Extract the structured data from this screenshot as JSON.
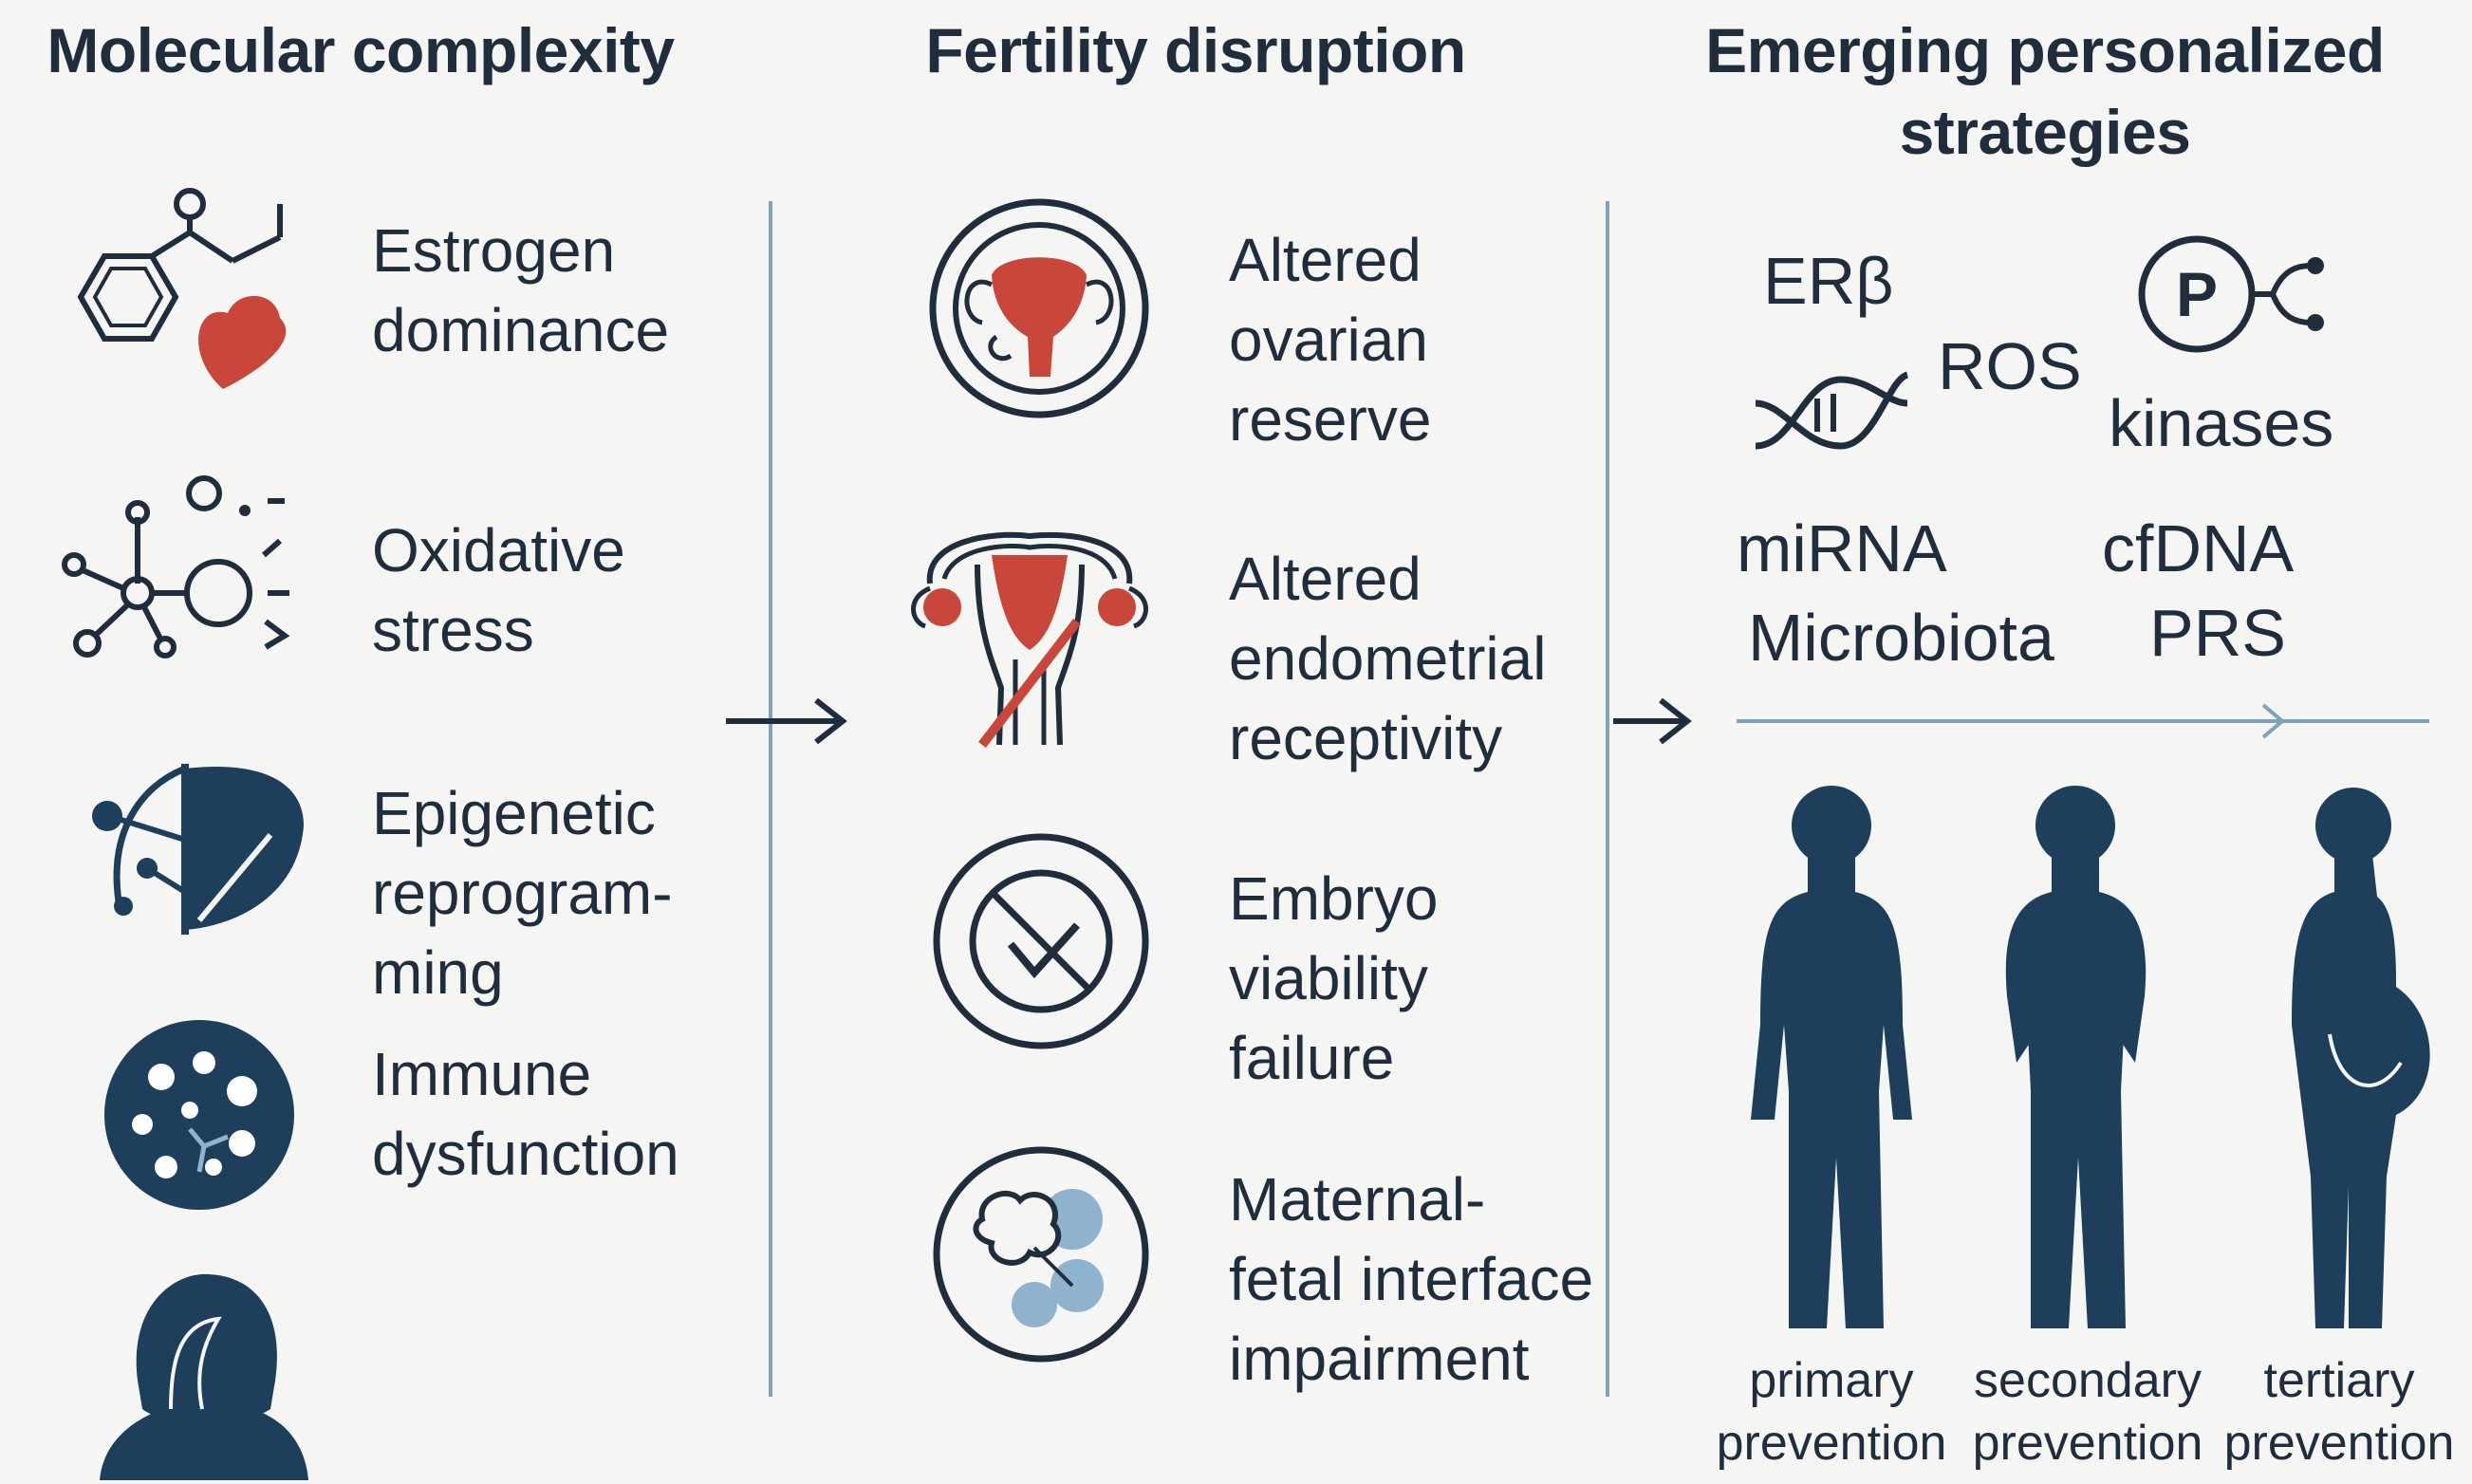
{
  "colors": {
    "navy": "#1d3f5c",
    "dark": "#1f2d3d",
    "red": "#c8473a",
    "light_blue": "#8fb2cf",
    "divider": "#7fa3bb"
  },
  "columns": {
    "molecular": {
      "title": "Molecular complexity",
      "items": [
        {
          "icon": "molecule-heart-icon",
          "line1": "Estrogen",
          "line2": "dominance"
        },
        {
          "icon": "free-radical-icon",
          "line1": "Oxidative",
          "line2": "stress"
        },
        {
          "icon": "leaf-network-icon",
          "line1": "Epigenetic",
          "line2": "reprogram-",
          "line3": "ming"
        },
        {
          "icon": "immune-cell-icon",
          "line1": "Immune",
          "line2": "dysfunction"
        },
        {
          "icon": "woman-bust-icon"
        }
      ]
    },
    "fertility": {
      "title": "Fertility disruption",
      "items": [
        {
          "icon": "ovary-circle-icon",
          "line1": "Altered",
          "line2": "ovarian",
          "line3": "reserve"
        },
        {
          "icon": "uterus-icon",
          "line1": "Altered",
          "line2": "endometrial",
          "line3": "receptivity"
        },
        {
          "icon": "embryo-no-icon",
          "line1": "Embryo",
          "line2": "viability",
          "line3": "failure"
        },
        {
          "icon": "placenta-circle-icon",
          "line1": "Maternal-",
          "line2": "fetal interface",
          "line3": "impairment"
        }
      ]
    },
    "strategies": {
      "title_line1": "Emerging personalized",
      "title_line2": "strategies",
      "biomarkers": {
        "erb": "ERβ",
        "ros": "ROS",
        "kinases": "kinases",
        "mirna": "miRNA",
        "cfdna": "cfDNA",
        "microbiota": "Microbiota",
        "prs": "PRS"
      },
      "prevention": [
        {
          "line1": "primary",
          "line2": "prevention"
        },
        {
          "line1": "secondary",
          "line2": "prevention"
        },
        {
          "line1": "tertiary",
          "line2": "prevention"
        }
      ]
    }
  }
}
